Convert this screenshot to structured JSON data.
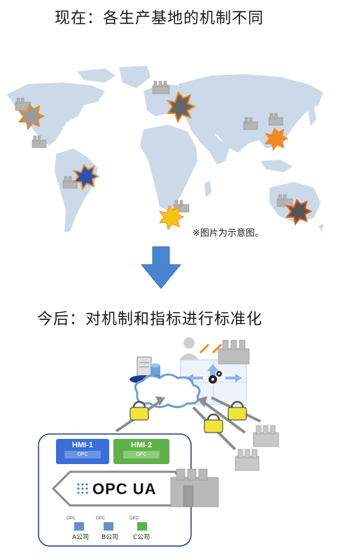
{
  "top_title": "现在：各生产基地的机制不同",
  "note": "※图片为示意图。",
  "bottom_title": "今后：对机制和指标进行标准化",
  "hmi": [
    {
      "title": "HMI-1",
      "sub": "OPC",
      "color": "#3a6fd8"
    },
    {
      "title": "HMI-2",
      "sub": "OPC",
      "color": "#5fb04a"
    }
  ],
  "opc_logo": "OPC UA",
  "companies": [
    {
      "label": "A公司",
      "tag": "OPC"
    },
    {
      "label": "B公司",
      "tag": "OPC"
    },
    {
      "label": "C公司",
      "tag": "OPC"
    }
  ],
  "colors": {
    "map": "#cbd9e8",
    "arrow": "#4a86d0",
    "lock": "#f0e43a",
    "factory": "#b7b7b7"
  }
}
